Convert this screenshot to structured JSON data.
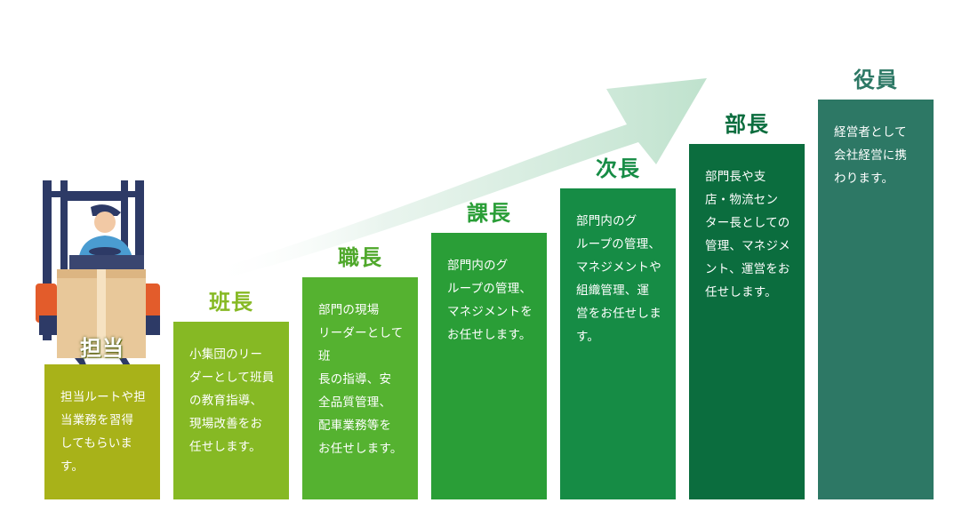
{
  "colors": {
    "arrow": "#c8e6d4",
    "forklift_frame": "#2d3a66",
    "forklift_body": "#e35c2b",
    "box": "#e8c89a"
  },
  "icons": [
    "forklift-illustration",
    "worker-icon",
    "cardboard-box-icon",
    "growth-arrow-icon"
  ],
  "steps": [
    {
      "title": "担当",
      "desc": "担当ルートや担\n当業務を習得\nしてもらいます。",
      "color": "#a8b219",
      "title_color": "#ffffff"
    },
    {
      "title": "班長",
      "desc": "小集団のリー\nダーとして班員\nの教育指導、\n現場改善をお\n任せします。",
      "color": "#86b924",
      "title_color": "#86b924"
    },
    {
      "title": "職長",
      "desc": "部門の現場\nリーダーとして班\n長の指導、安\n全品質管理、\n配車業務等を\nお任せします。",
      "color": "#55b230",
      "title_color": "#4fa82b"
    },
    {
      "title": "課長",
      "desc": "部門内のグ\nループの管理、\nマネジメントを\nお任せします。",
      "color": "#2a9e37",
      "title_color": "#2a9e37"
    },
    {
      "title": "次長",
      "desc": "部門内のグ\nループの管理、\nマネジメントや\n組織管理、運\n営をお任せしま\nす。",
      "color": "#168c45",
      "title_color": "#168c45"
    },
    {
      "title": "部長",
      "desc": "部門長や支\n店・物流セン\nター長としての\n管理、マネジメ\nント、運営をお\n任せします。",
      "color": "#0b6d3e",
      "title_color": "#0b6d3e"
    },
    {
      "title": "役員",
      "desc": "経営者として\n会社経営に携\nわります。",
      "color": "#2d7865",
      "title_color": "#2d7865"
    }
  ]
}
